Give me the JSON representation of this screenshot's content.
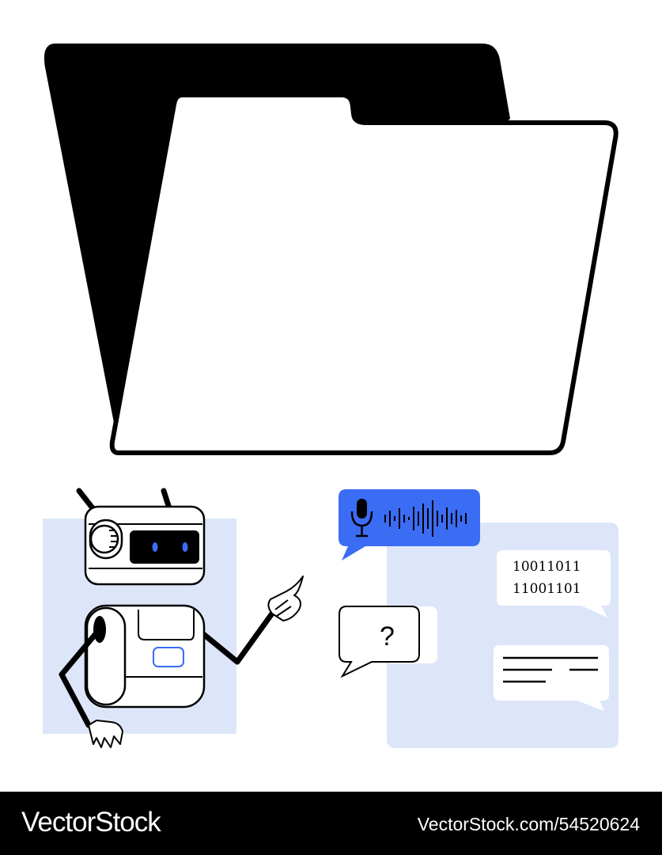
{
  "illustration": {
    "binary_line_1": "10011011",
    "binary_line_2": "11001101",
    "question_mark": "?"
  },
  "colors": {
    "accent_blue": "#3b6cf4",
    "light_blue": "#dde6f9",
    "ink": "#000000"
  },
  "icons": [
    "folder-icon",
    "robot-head",
    "robot-body",
    "microphone-icon",
    "sound-wave-icon",
    "speech-bubble"
  ],
  "footer": {
    "brand": "VectorStock",
    "image_id": "VectorStock.com/54520624"
  }
}
